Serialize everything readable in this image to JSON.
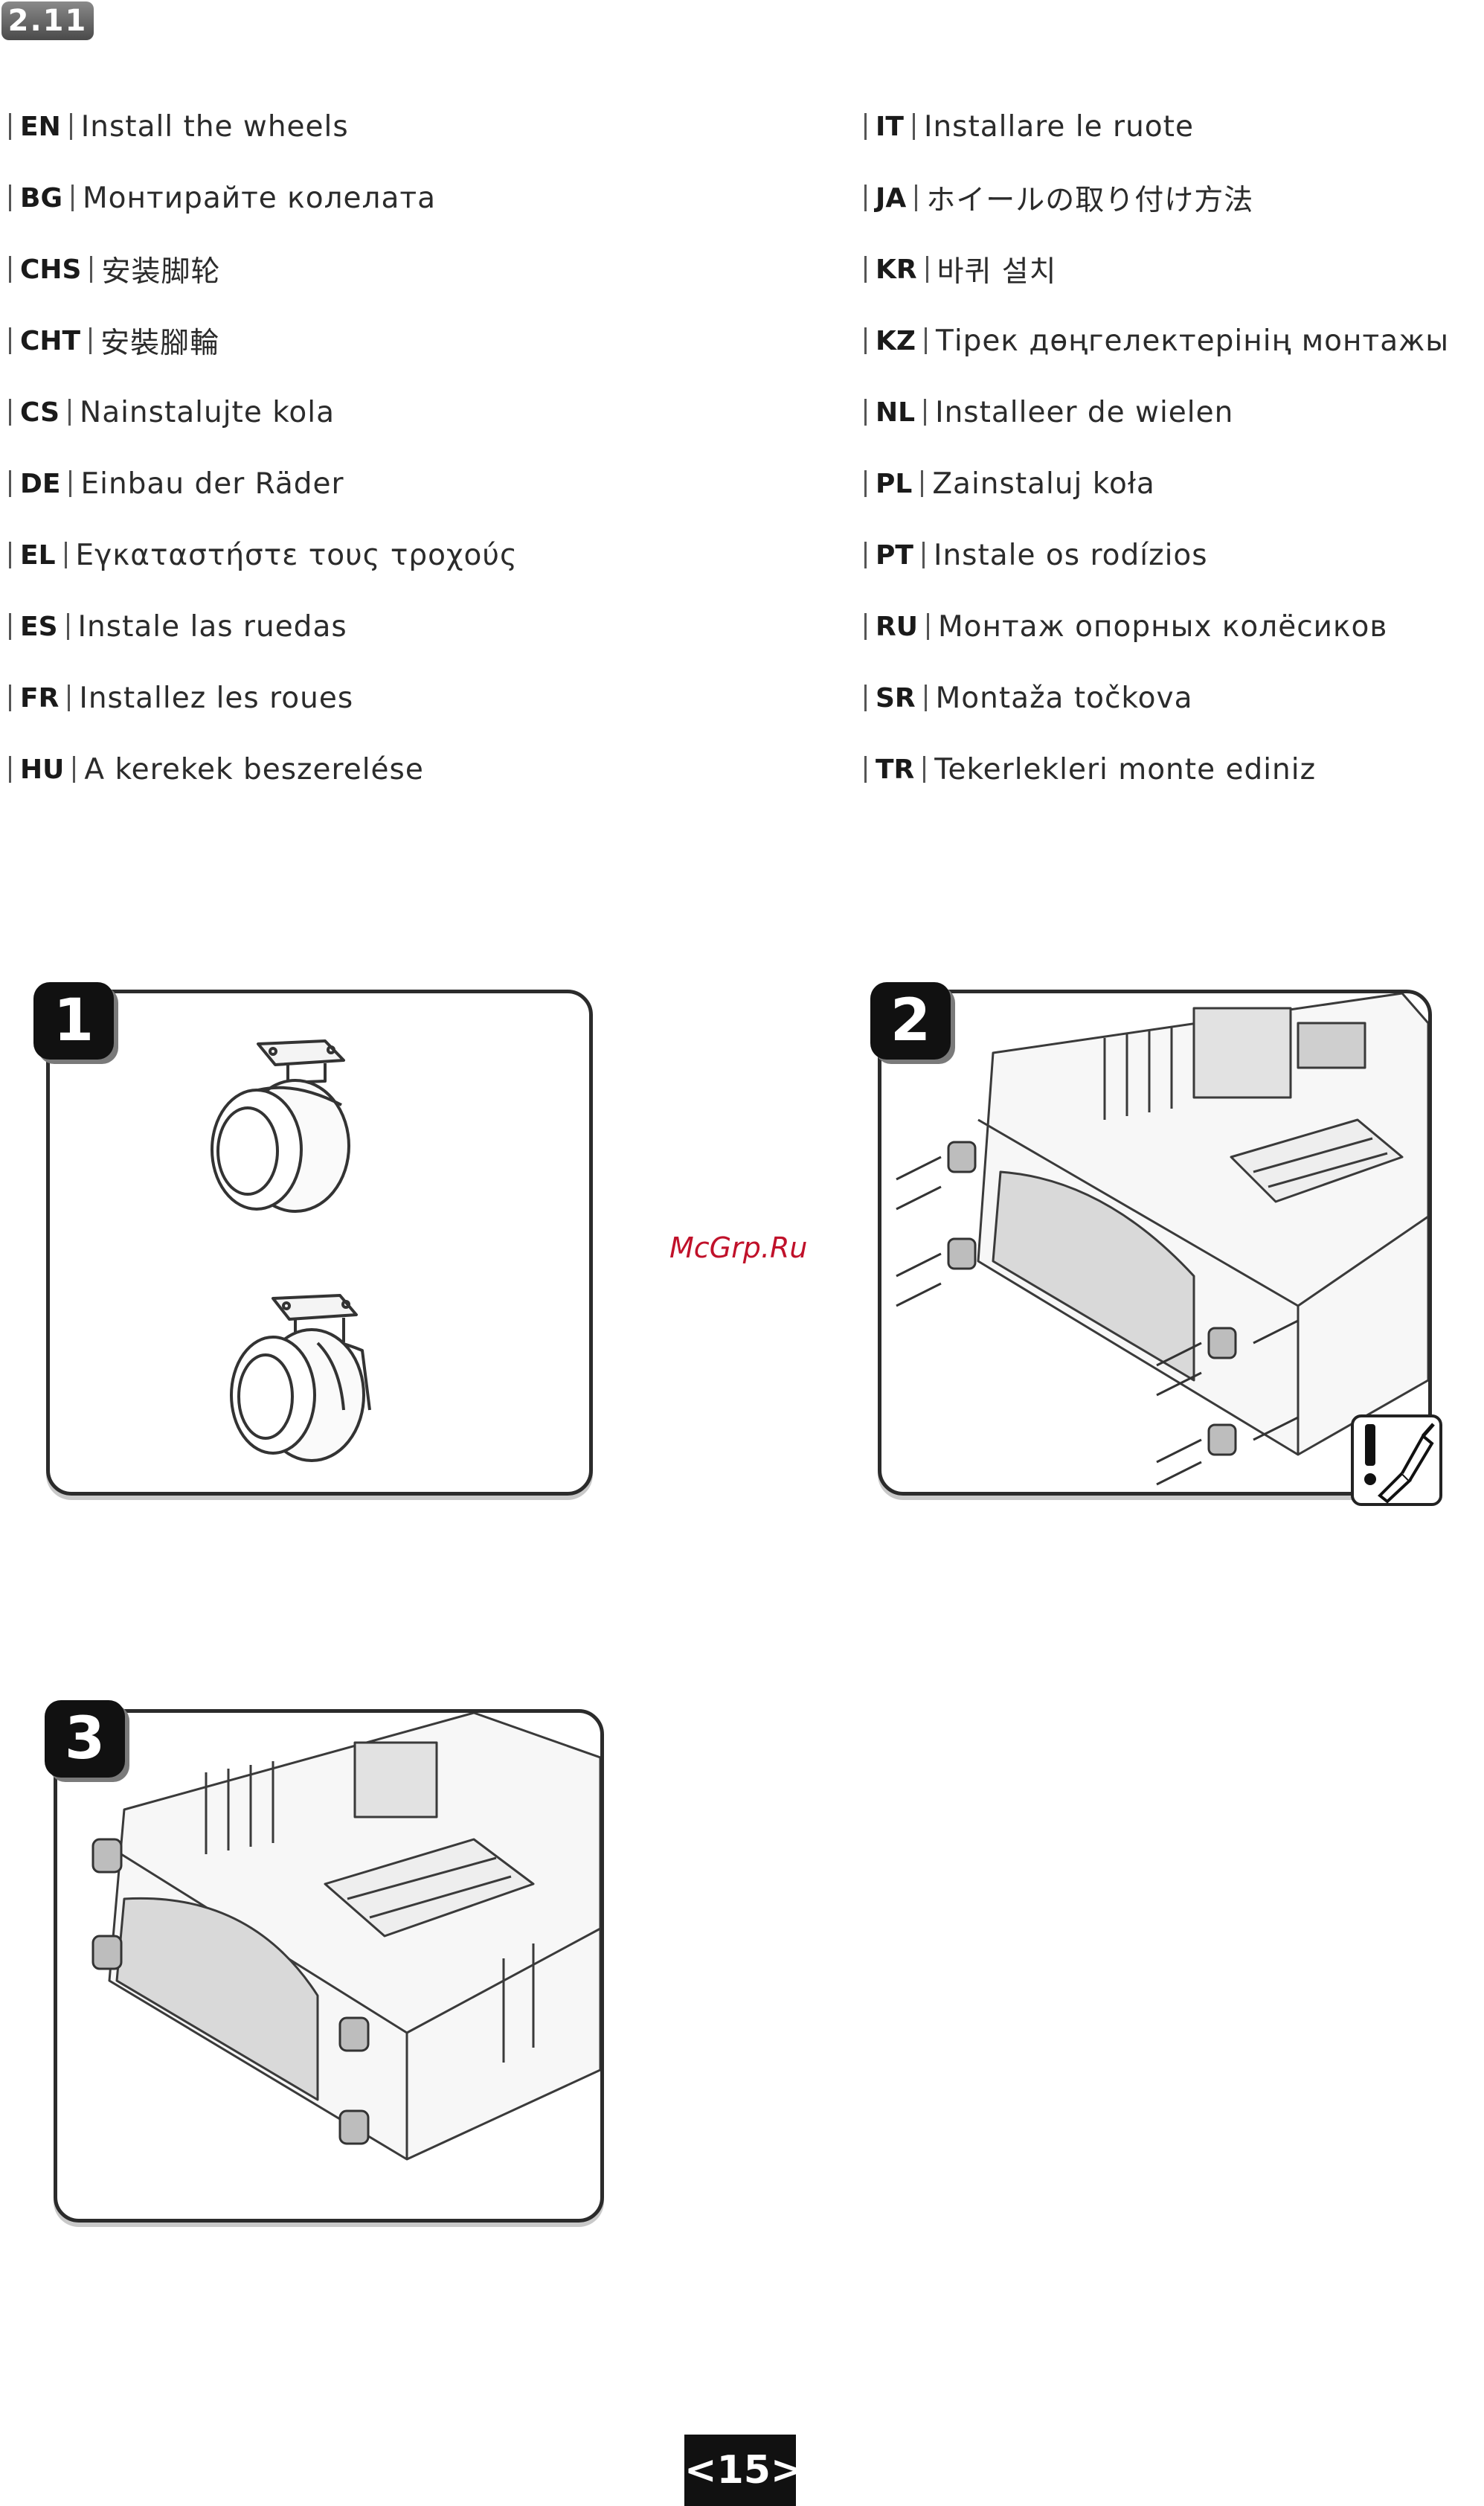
{
  "section": {
    "number": "2.11"
  },
  "languages_left": [
    {
      "code": "EN",
      "text": "Install the wheels"
    },
    {
      "code": "BG",
      "text": "Монтирайте колелата"
    },
    {
      "code": "CHS",
      "text": "安装脚轮"
    },
    {
      "code": "CHT",
      "text": "安裝腳輪"
    },
    {
      "code": "CS",
      "text": "Nainstalujte kola"
    },
    {
      "code": "DE",
      "text": "Einbau der Räder"
    },
    {
      "code": "EL",
      "text": "Εγκαταστήστε τους τροχούς"
    },
    {
      "code": "ES",
      "text": "Instale las ruedas"
    },
    {
      "code": "FR",
      "text": "Installez les roues"
    },
    {
      "code": "HU",
      "text": "A kerekek beszerelése"
    }
  ],
  "languages_right": [
    {
      "code": "IT",
      "text": "Installare le ruote"
    },
    {
      "code": "JA",
      "text": "ホイールの取り付け方法"
    },
    {
      "code": "KR",
      "text": "바퀴 설치"
    },
    {
      "code": "KZ",
      "text": "Тірек дөңгелектерінің монтажы"
    },
    {
      "code": "NL",
      "text": "Installeer de wielen"
    },
    {
      "code": "PL",
      "text": "Zainstaluj koła"
    },
    {
      "code": "PT",
      "text": "Instale os rodízios"
    },
    {
      "code": "RU",
      "text": "Монтаж опорных колёсиков"
    },
    {
      "code": "SR",
      "text": "Montaža  točkova"
    },
    {
      "code": "TR",
      "text": "Tekerlekleri monte ediniz"
    }
  ],
  "steps": [
    {
      "number": "1"
    },
    {
      "number": "2"
    },
    {
      "number": "3"
    }
  ],
  "watermark": "McGrp.Ru",
  "page_number": "<15>",
  "icons": {
    "warning": "exclamation-screwdriver-icon"
  }
}
